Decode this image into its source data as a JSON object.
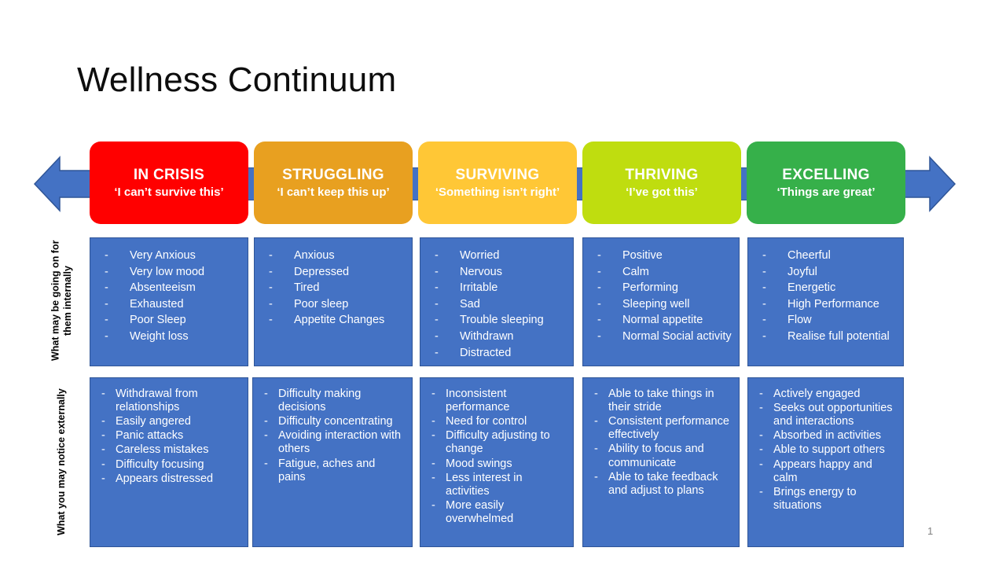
{
  "slide": {
    "title": "Wellness Continuum",
    "page_number": "1",
    "accent_blue": "#4472C4",
    "arrow_color": "#4472C4",
    "arrow_border": "#2F5597"
  },
  "arrows": {
    "left_icon": "arrow-left-icon",
    "right_icon": "arrow-right-icon"
  },
  "stages": [
    {
      "name": "IN CRISIS",
      "quote": "‘I can’t survive this’",
      "color": "#FF0000",
      "text_color": "#FFFFFF"
    },
    {
      "name": "STRUGGLING",
      "quote": "‘I can’t keep this up’",
      "color": "#E8A020",
      "text_color": "#FFFFFF"
    },
    {
      "name": "SURVIVING",
      "quote": "‘Something isn’t right’",
      "color": "#FFC736",
      "text_color": "#FFFFFF"
    },
    {
      "name": "THRIVING",
      "quote": "‘I’ve got this’",
      "color": "#BFDD0F",
      "text_color": "#FFFFFF"
    },
    {
      "name": "EXCELLING",
      "quote": "‘Things are great’",
      "color": "#36B04A",
      "text_color": "#FFFFFF"
    }
  ],
  "rows": [
    {
      "label": "What may be going on for them internally",
      "columns": [
        {
          "items": [
            "Very Anxious",
            "Very low mood",
            "Absenteeism",
            "Exhausted",
            "Poor Sleep",
            "Weight loss"
          ]
        },
        {
          "items": [
            "Anxious",
            "Depressed",
            "Tired",
            "Poor sleep",
            "Appetite Changes"
          ]
        },
        {
          "items": [
            "Worried",
            "Nervous",
            "Irritable",
            "Sad",
            "Trouble sleeping",
            "Withdrawn",
            "Distracted"
          ]
        },
        {
          "items": [
            "Positive",
            "Calm",
            "Performing",
            "Sleeping well",
            "Normal appetite",
            "Normal Social activity"
          ]
        },
        {
          "items": [
            "Cheerful",
            "Joyful",
            "Energetic",
            "High Performance",
            "Flow",
            "Realise full potential"
          ]
        }
      ]
    },
    {
      "label": "What you may notice externally",
      "columns": [
        {
          "items": [
            "Withdrawal from relationships",
            "Easily angered",
            "Panic attacks",
            "Careless mistakes",
            "Difficulty focusing",
            "Appears distressed"
          ]
        },
        {
          "items": [
            "Difficulty making decisions",
            "Difficulty concentrating",
            "Avoiding interaction with others",
            "Fatigue, aches and pains"
          ]
        },
        {
          "items": [
            "Inconsistent performance",
            "Need for control",
            "Difficulty adjusting to change",
            "Mood swings",
            "Less interest in activities",
            "More easily overwhelmed"
          ]
        },
        {
          "items": [
            "Able to take things in their stride",
            "Consistent performance effectively",
            "Ability to focus and communicate",
            "Able to take feedback and adjust to plans"
          ]
        },
        {
          "items": [
            "Actively engaged",
            "Seeks out opportunities and interactions",
            "Absorbed in activities",
            "Able to support others",
            "Appears happy and calm",
            "Brings energy to situations"
          ]
        }
      ]
    }
  ],
  "bullet_marker": "-"
}
